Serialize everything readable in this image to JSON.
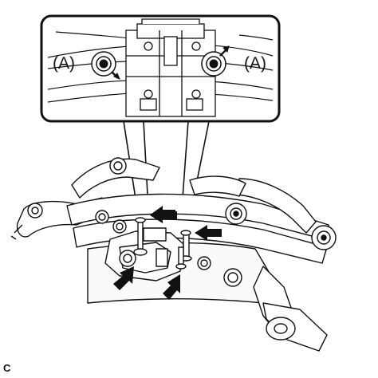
{
  "callouts": {
    "left_label": "(A)",
    "right_label": "(A)"
  },
  "figure_code": "C",
  "icons": {
    "arrow": "pointer-arrow-icon",
    "bolt": "bolt-icon",
    "bushing": "bushing-icon"
  },
  "colors": {
    "line": "#111111",
    "background": "#ffffff"
  }
}
